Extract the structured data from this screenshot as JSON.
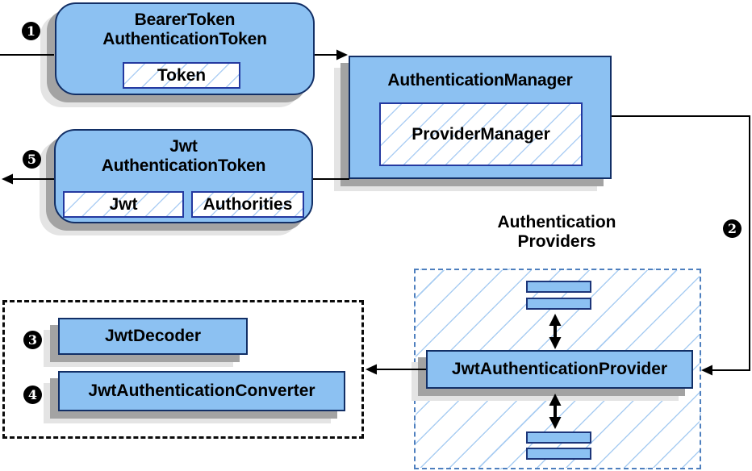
{
  "diagram": {
    "nodes": {
      "bearer_token": {
        "title_line1": "BearerToken",
        "title_line2": "AuthenticationToken",
        "chip_token": "Token"
      },
      "authentication_manager": {
        "title": "AuthenticationManager",
        "chip_provider_manager": "ProviderManager"
      },
      "jwt_authentication_token": {
        "title_line1": "Jwt",
        "title_line2": "AuthenticationToken",
        "chip_jwt": "Jwt",
        "chip_authorities": "Authorities"
      },
      "authentication_providers": {
        "label_line1": "Authentication",
        "label_line2": "Providers"
      },
      "jwt_authentication_provider": {
        "title": "JwtAuthenticationProvider"
      },
      "jwt_decoder": {
        "title": "JwtDecoder"
      },
      "jwt_authentication_converter": {
        "title": "JwtAuthenticationConverter"
      }
    },
    "step_badges": {
      "step_1": "1",
      "step_2": "2",
      "step_3": "3",
      "step_4": "4",
      "step_5": "5"
    },
    "colors": {
      "node_fill": "#8CC1F2",
      "node_border": "#122F66",
      "chip_border": "#2439A0",
      "hatch_line": "#A9CDF2",
      "providers_dash_border": "#4E7FBE",
      "decoders_dash_border": "#0A0A0A",
      "shadow_dark": "#A3A3A3",
      "shadow_light": "#E4E4E4",
      "connector": "#000000",
      "badge_background": "#000000",
      "badge_text": "#FFFFFF"
    }
  }
}
